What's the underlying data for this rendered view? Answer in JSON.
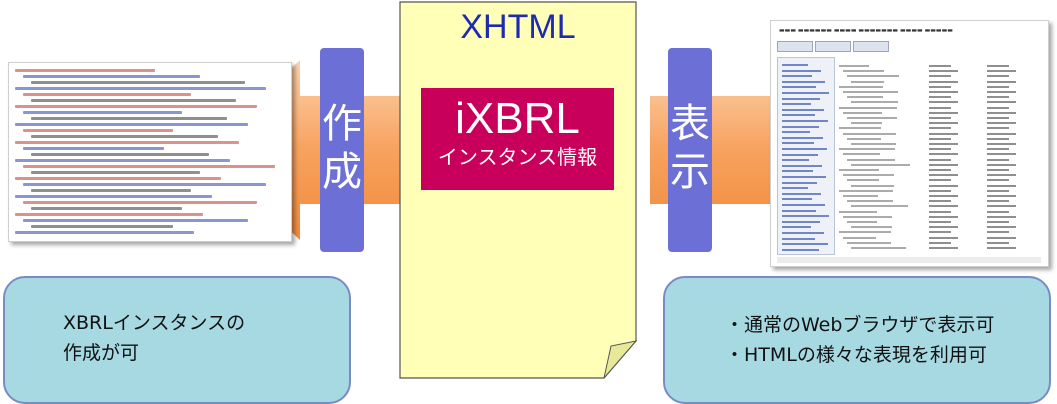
{
  "center": {
    "format_label": "XHTML",
    "ixbrl_label": "iXBRL",
    "ixbrl_sub_label": "インスタンス情報"
  },
  "left_arrow": {
    "label_chars": [
      "作",
      "成"
    ]
  },
  "right_arrow": {
    "label_chars": [
      "表",
      "示"
    ]
  },
  "left_callout": {
    "lines": [
      "XBRLインスタンスの",
      "作成が可"
    ]
  },
  "right_callout": {
    "lines": [
      "・通常のWebブラウザで表示可",
      "・HTMLの様々な表現を利用可"
    ]
  },
  "colors": {
    "arrow": "#f7a25e",
    "arrow_highlight": "#fcd3ae",
    "vertical_label_bg": "#6b6fd6",
    "note_bg": "#ffffb8",
    "ixbrl_bg": "#c8005c",
    "xhtml_text": "#1e2bb0",
    "callout_bg": "#a7d9e3",
    "callout_border": "#7a8bc4"
  }
}
